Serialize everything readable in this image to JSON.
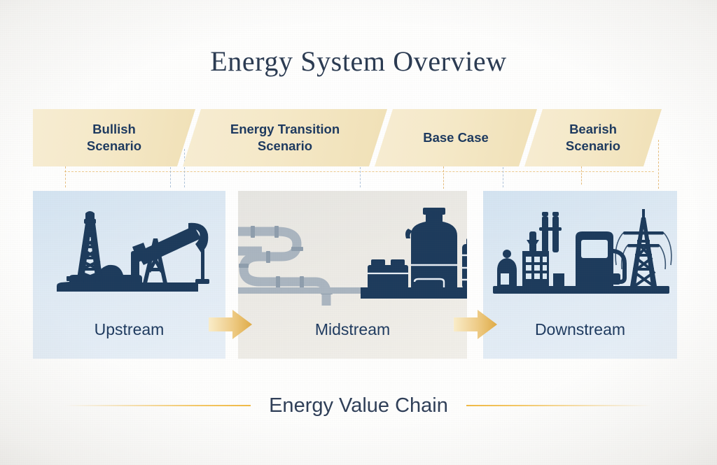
{
  "page": {
    "title": "Energy System Overview",
    "footer_caption": "Energy Value Chain"
  },
  "colors": {
    "background": "#fdfdfc",
    "title_navy": "#2b3b52",
    "label_navy": "#1e3a5f",
    "banner_cream_light": "#f6ecd2",
    "banner_cream_dark": "#f0e0b6",
    "panel_blue": "#dfeaf4",
    "panel_gray": "#eceae5",
    "arrow_gold_light": "#f7e3b2",
    "arrow_gold_dark": "#e0ae4c",
    "icon_navy": "#1d3b5c",
    "pipe_gray": "#aab5c0",
    "connector_blue": "#9fb8d4",
    "connector_orange": "#e8b96a",
    "footer_rule_gold": "#f0b63c"
  },
  "scenarios": [
    {
      "label": "Bullish\nScenario",
      "line1": "Bullish",
      "line2": "Scenario"
    },
    {
      "label": "Energy Transition\nScenario",
      "line1": "Energy Transition",
      "line2": "Scenario"
    },
    {
      "label": "Base Case",
      "line1": "Base Case",
      "line2": ""
    },
    {
      "label": "Bearish\nScenario",
      "line1": "Bearish",
      "line2": "Scenario"
    }
  ],
  "stages": [
    {
      "label": "Upstream",
      "icon": "oil-derrick-pumpjack-icon",
      "panel_tone": "blue"
    },
    {
      "label": "Midstream",
      "icon": "pipeline-storage-tank-icon",
      "panel_tone": "gray"
    },
    {
      "label": "Downstream",
      "icon": "refinery-fuel-pump-power-tower-icon",
      "panel_tone": "blue"
    }
  ],
  "flow_arrows": [
    {
      "name": "arrow-upstream-to-midstream"
    },
    {
      "name": "arrow-midstream-to-downstream"
    }
  ]
}
